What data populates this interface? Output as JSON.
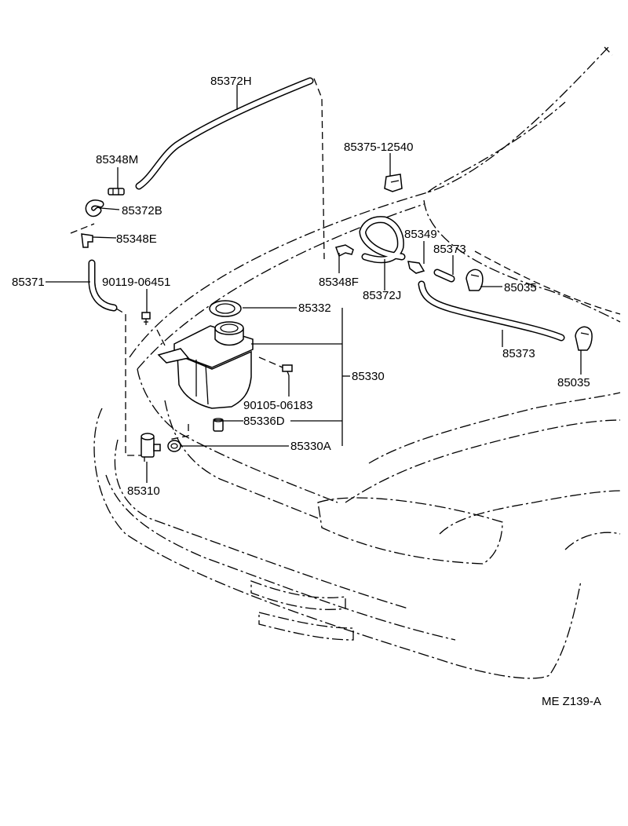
{
  "labels": {
    "p85372H": "85372H",
    "p85348M": "85348M",
    "p85372B": "85372B",
    "p85348E": "85348E",
    "p85371": "85371",
    "p90119": "90119-06451",
    "p85375": "85375-12540",
    "p85349": "85349",
    "p85373a": "85373",
    "p85348F": "85348F",
    "p85372J": "85372J",
    "p85035a": "85035",
    "p85332": "85332",
    "p85373b": "85373",
    "p85330": "85330",
    "p85035b": "85035",
    "p90105": "90105-06183",
    "p85336D": "85336D",
    "p85330A": "85330A",
    "p85310": "85310",
    "ref": "ME  Z139-A"
  }
}
